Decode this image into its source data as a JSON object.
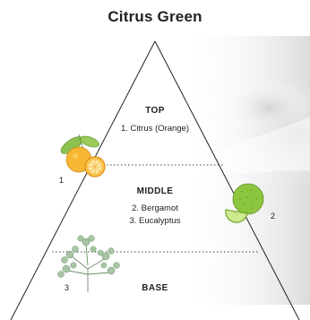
{
  "title": "Citrus Green",
  "tiers": {
    "top": {
      "heading": "TOP",
      "items": [
        "1. Citrus (Orange)"
      ]
    },
    "middle": {
      "heading": "MIDDLE",
      "items": [
        "2. Bergamot",
        "3. Eucalyptus"
      ]
    },
    "base": {
      "heading": "BASE",
      "items": []
    }
  },
  "illustrations": [
    {
      "number": "1",
      "name": "orange-citrus"
    },
    {
      "number": "2",
      "name": "bergamot-lime"
    },
    {
      "number": "3",
      "name": "eucalyptus-sprig"
    }
  ],
  "colors": {
    "line": "#222222",
    "orange": "#f5a623",
    "green": "#7db84a"
  }
}
